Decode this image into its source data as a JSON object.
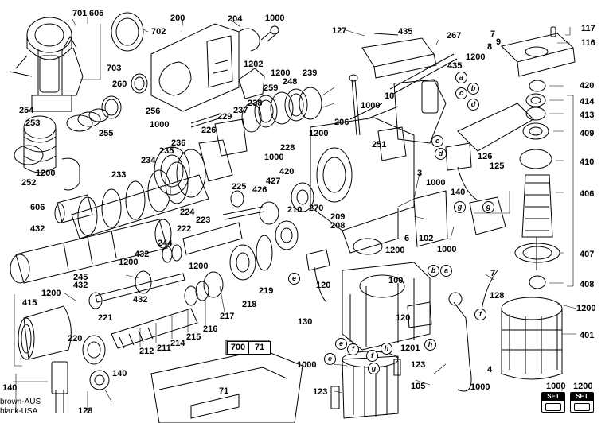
{
  "part_labels": [
    "701",
    "605",
    "200",
    "204",
    "1000",
    "702",
    "703",
    "435",
    "127",
    "267",
    "7",
    "9",
    "8",
    "1200",
    "117",
    "116",
    "1202",
    "1200",
    "239",
    "248",
    "259",
    "238",
    "237",
    "260",
    "256",
    "254",
    "253",
    "255",
    "1000",
    "229",
    "226",
    "236",
    "235",
    "234",
    "233",
    "252",
    "1200",
    "606",
    "432",
    "228",
    "1000",
    "420",
    "225",
    "426",
    "427",
    "224",
    "223",
    "222",
    "244",
    "432",
    "1200",
    "1200",
    "245",
    "432",
    "432",
    "1200",
    "415",
    "221",
    "220",
    "212",
    "211",
    "214",
    "215",
    "216",
    "217",
    "218",
    "219",
    "210",
    "270",
    "209",
    "208",
    "251",
    "1200",
    "206",
    "3",
    "1000",
    "10",
    "435",
    "1000",
    "420",
    "414",
    "413",
    "409",
    "410",
    "126",
    "125",
    "140",
    "406",
    "6",
    "102",
    "1000",
    "407",
    "408",
    "1200",
    "100",
    "120",
    "130",
    "120",
    "1201",
    "1000",
    "123",
    "105",
    "123",
    "1000",
    "4",
    "128",
    "7",
    "401",
    "1200",
    "1000",
    "1200",
    "140",
    "140",
    "128",
    "71"
  ],
  "circle_labels": [
    "a",
    "b",
    "c",
    "d",
    "c",
    "d",
    "g",
    "e",
    "b",
    "a",
    "e",
    "f",
    "f",
    "g",
    "h",
    "h",
    "f",
    "e",
    "g"
  ],
  "box_labels": [
    "700",
    "71"
  ],
  "set_icons": [
    "SET",
    "SET"
  ],
  "legend": [
    "brown-AUS",
    "black-USA"
  ]
}
